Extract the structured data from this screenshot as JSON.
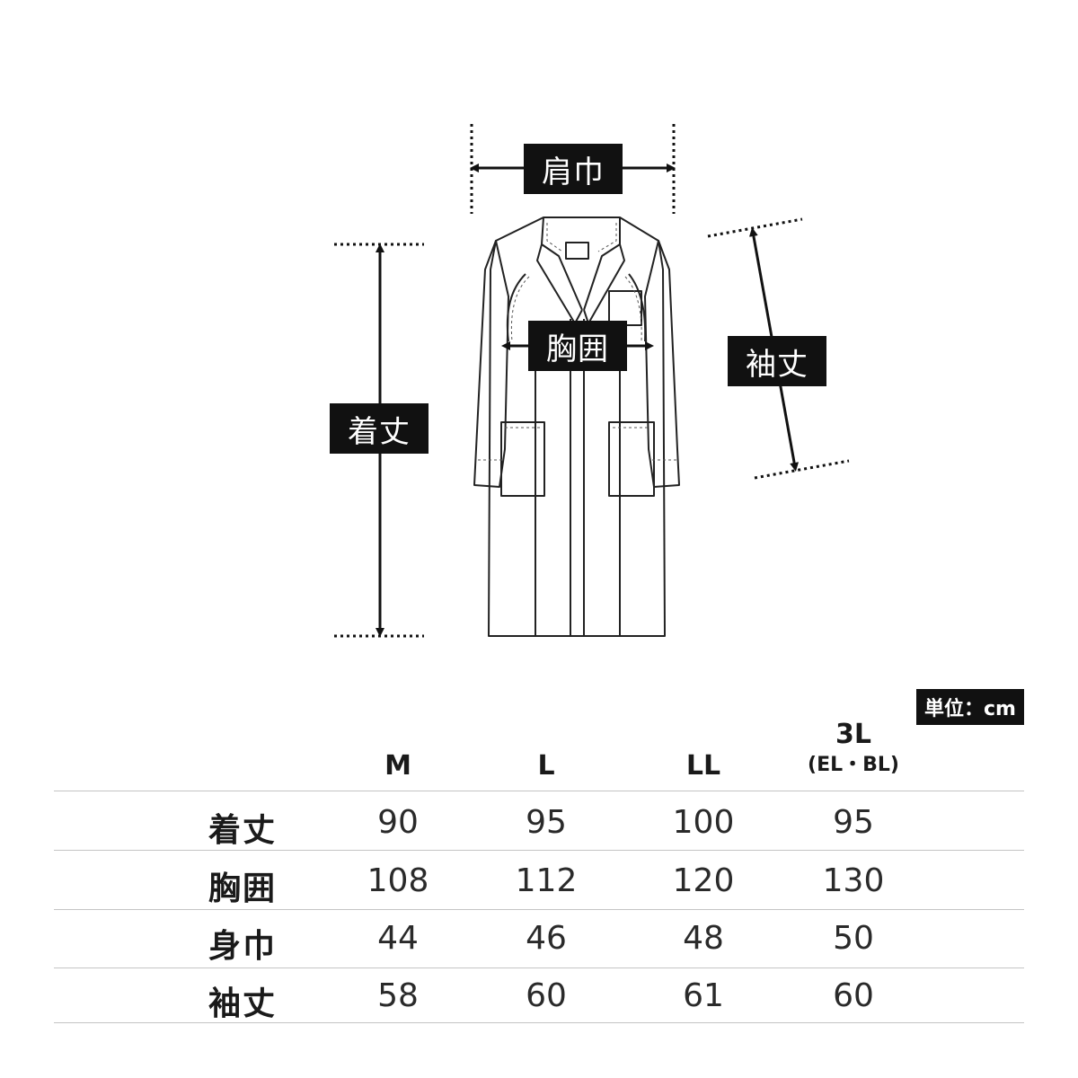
{
  "labels": {
    "shoulder_width": "肩巾",
    "chest": "胸囲",
    "sleeve_length": "袖丈",
    "total_length": "着丈"
  },
  "unit": "単位：cm",
  "table": {
    "columns": [
      {
        "label": "M",
        "sub": ""
      },
      {
        "label": "L",
        "sub": ""
      },
      {
        "label": "LL",
        "sub": ""
      },
      {
        "label": "3L",
        "sub": "(EL・BL)"
      }
    ],
    "rows": [
      {
        "label": "着丈",
        "values": [
          "90",
          "95",
          "100",
          "95"
        ]
      },
      {
        "label": "胸囲",
        "values": [
          "108",
          "112",
          "120",
          "130"
        ]
      },
      {
        "label": "身巾",
        "values": [
          "44",
          "46",
          "48",
          "50"
        ]
      },
      {
        "label": "袖丈",
        "values": [
          "58",
          "60",
          "61",
          "60"
        ]
      }
    ]
  },
  "colors": {
    "label_bg": "#111111",
    "label_text": "#ffffff",
    "rule": "#c4c4c4"
  }
}
